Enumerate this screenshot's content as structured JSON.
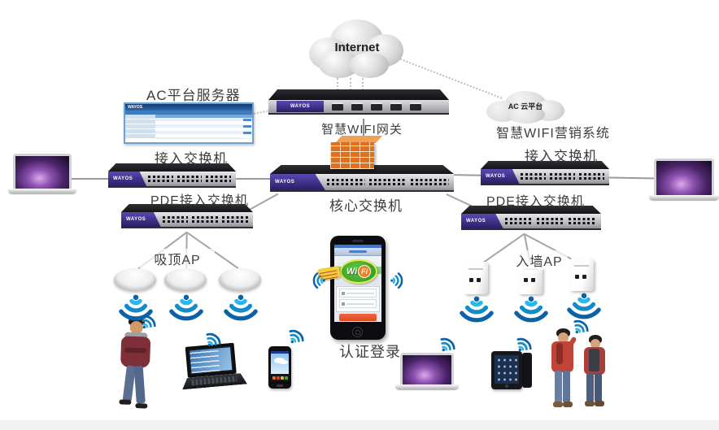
{
  "labels": {
    "internet": "Internet",
    "ac_server": "AC平台服务器",
    "gateway": "智慧WIFI网关",
    "ac_cloud": "AC 云平台",
    "marketing_system": "智慧WIFI营销系统",
    "access_switch_left": "接入交换机",
    "access_switch_right": "接入交换机",
    "core_switch": "核心交换机",
    "pde_switch_left": "PDE接入交换机",
    "pde_switch_right": "PDE接入交换机",
    "ceiling_ap": "吸顶AP",
    "wall_ap": "入墙AP",
    "auth_login": "认证登录"
  },
  "brand": {
    "name": "WAYOS"
  },
  "phone": {
    "logo_wi": "Wi",
    "logo_fi": "Fi"
  },
  "icons": {
    "wifi": "concentric blue signal arcs with dot",
    "internet_cloud": "gray cloud shape",
    "ac_cloud": "small gray cloud shape",
    "firewall": "orange brick wall block"
  },
  "colors": {
    "brand_purple": "#3a2a7e",
    "device_black": "#17171d",
    "device_silver": "#b9babd",
    "firewall_orange": "#e0701c",
    "wifi_blue": "#128cc9",
    "portal_green": "#3fae2a",
    "portal_button_orange": "#e8542e",
    "label_text": "#3d3d3d",
    "line_gray": "#9b9b9b"
  }
}
